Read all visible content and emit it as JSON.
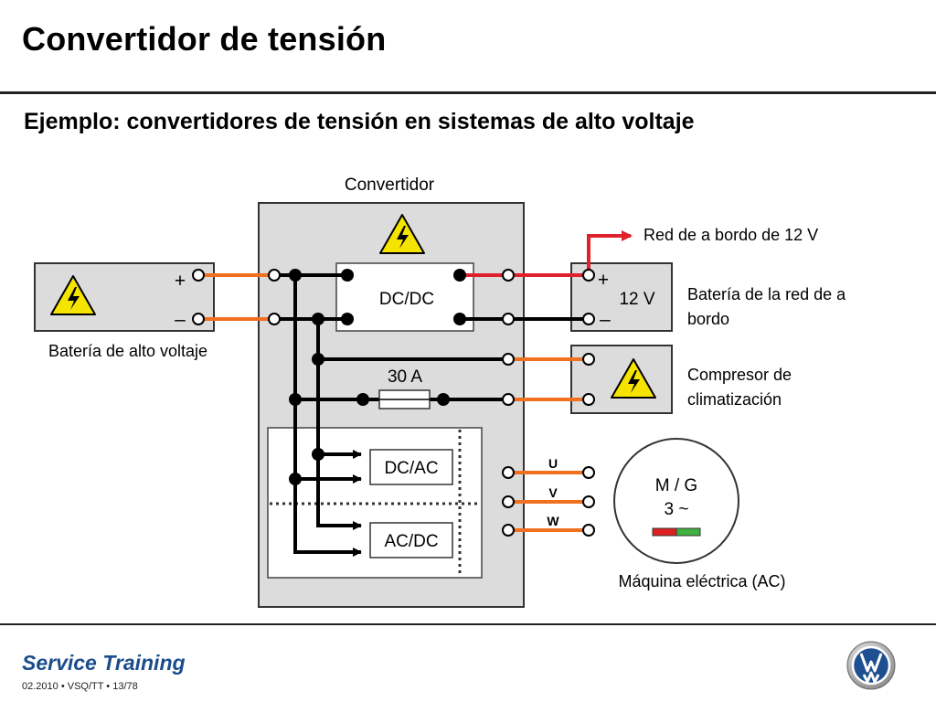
{
  "slide": {
    "title": "Convertidor de tensión",
    "subtitle": "Ejemplo: convertidores de tensión en sistemas de alto voltaje"
  },
  "diagram": {
    "converter_label": "Convertidor",
    "dcdc_label": "DC/DC",
    "fuse_label": "30 A",
    "dcac_label": "DC/AC",
    "acdc_label": "AC/DC",
    "hv_battery": {
      "label": "Batería de alto voltaje",
      "plus": "+",
      "minus": "–",
      "icon": "high-voltage-icon"
    },
    "onboard_network_label": "Red de a bordo de 12 V",
    "lv_battery": {
      "voltage": "12 V",
      "plus": "+",
      "minus": "–",
      "label_line1": "Batería de la red de a",
      "label_line2": "bordo"
    },
    "compressor": {
      "label_line1": "Compresor de",
      "label_line2": "climatización",
      "icon": "high-voltage-icon"
    },
    "machine": {
      "label_line1": "M / G",
      "label_line2": "3 ~",
      "caption": "Máquina eléctrica (AC)"
    },
    "phases": [
      "U",
      "V",
      "W"
    ],
    "colors": {
      "hv_cable": "#f07020",
      "lv_positive": "#e0202a",
      "component_fill": "#dcdcdc",
      "warning_yellow": "#f5e400",
      "machine_red": "#e02020",
      "machine_green": "#40b040"
    }
  },
  "footer": {
    "brand": "Service Training",
    "meta": "02.2010 • VSQ/TT • 13/78"
  }
}
